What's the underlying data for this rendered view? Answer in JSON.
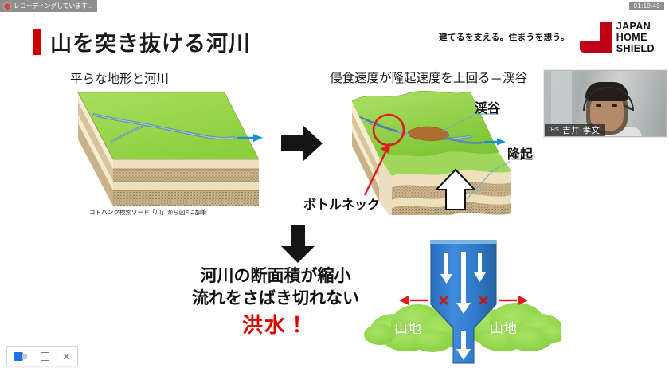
{
  "recording": {
    "label": "レコーディングしています...",
    "icon": "record-dot-icon",
    "timer": "01:10:43"
  },
  "slide": {
    "title": "山を突き抜ける河川",
    "accent_color": "#d00000",
    "brand": {
      "tagline": "建てるを支える。住まうを想う。",
      "logo_lines": [
        "JAPAN",
        "HOME",
        "SHIELD"
      ],
      "logo_color": "#c00418"
    },
    "left_figure": {
      "caption": "平らな地形と河川",
      "source_note": "コトバンク検索ワード「川」から図Fに加筆"
    },
    "right_figure": {
      "caption": "侵食速度が隆起速度を上回る＝渓谷",
      "annotations": {
        "valley": "渓谷",
        "uplift": "隆起",
        "bottleneck": "ボトルネック"
      }
    },
    "conclusion": {
      "line1": "河川の断面積が縮小",
      "line2": "流れをさばき切れない",
      "flood": "洪水！",
      "flood_color": "#e00000"
    },
    "funnel_figure": {
      "mountain_left": "山地",
      "mountain_right": "山地",
      "funnel_color": "#2f7fd0",
      "mountain_color": "#8fd14f",
      "block_marks": [
        "×",
        "×"
      ],
      "flow_arrows": 4
    }
  },
  "video_tile": {
    "org": "JHS",
    "participant": "吉井 孝文"
  },
  "toolbar": {
    "items": [
      {
        "name": "camera-icon",
        "glyph": ""
      },
      {
        "name": "stop-square-icon",
        "glyph": ""
      },
      {
        "name": "close-icon",
        "glyph": "✕"
      }
    ]
  }
}
